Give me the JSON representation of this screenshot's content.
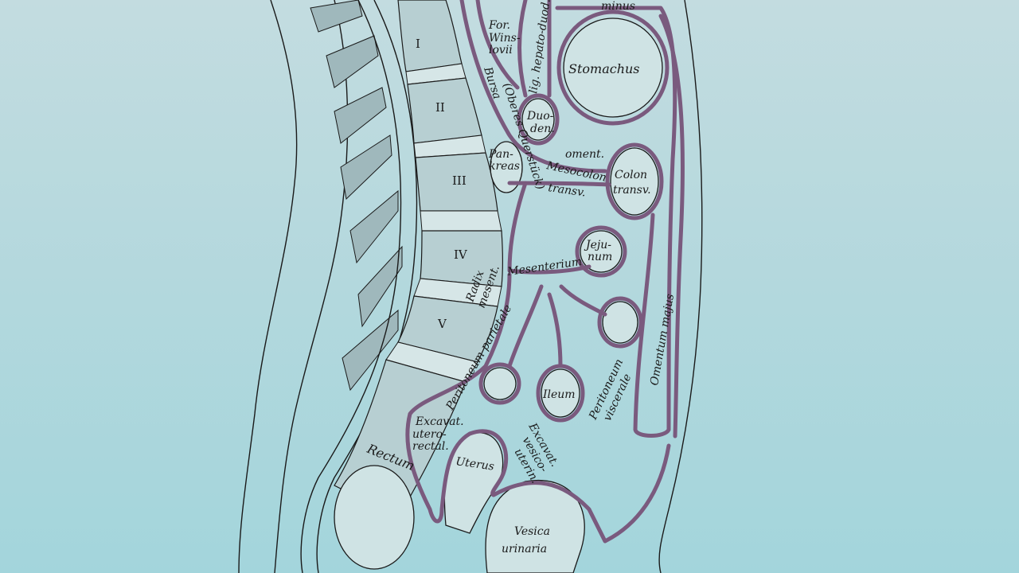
{
  "figure": {
    "vertebrae": [
      "I",
      "II",
      "III",
      "IV",
      "V"
    ],
    "labels": {
      "omentum_minus": "minus",
      "foramen": [
        "For.",
        "Wins-",
        "lovii"
      ],
      "lig_hepato_duod": "lig. hepato-duod.",
      "stomachus": "Stomachus",
      "bursa": "Bursa",
      "bursa_part": "(Oberes Querstück)",
      "duodenum": [
        "Duo-",
        "den."
      ],
      "pankreas": [
        "Pan-",
        "kreas"
      ],
      "omentum": "oment.",
      "mesocolon": [
        "Mesocolon",
        "transv."
      ],
      "colon": [
        "Colon",
        "transv."
      ],
      "jejunum": [
        "Jeju-",
        "num"
      ],
      "mesenterium": "Mesenterium",
      "radix": [
        "Radix",
        "mesent."
      ],
      "peritoneum_parietale": "Peritoneum parietale",
      "ileum": "Ileum",
      "peritoneum_viscerale": [
        "Peritoneum",
        "viscerale"
      ],
      "omentum_majus": "Omentum majus",
      "excavat_utero": [
        "Excavat.",
        "utero-",
        "rectal."
      ],
      "excavat_vesico": [
        "Excavat.",
        "vesico-",
        "uterin."
      ],
      "rectum": "Rectum",
      "uterus": "Uterus",
      "vesica": [
        "Vesica",
        "urinaria"
      ]
    },
    "colors": {
      "peritoneum": "#7a5a7e",
      "background_top": "#c3dce0",
      "background_bottom": "#a3d5dc"
    }
  }
}
